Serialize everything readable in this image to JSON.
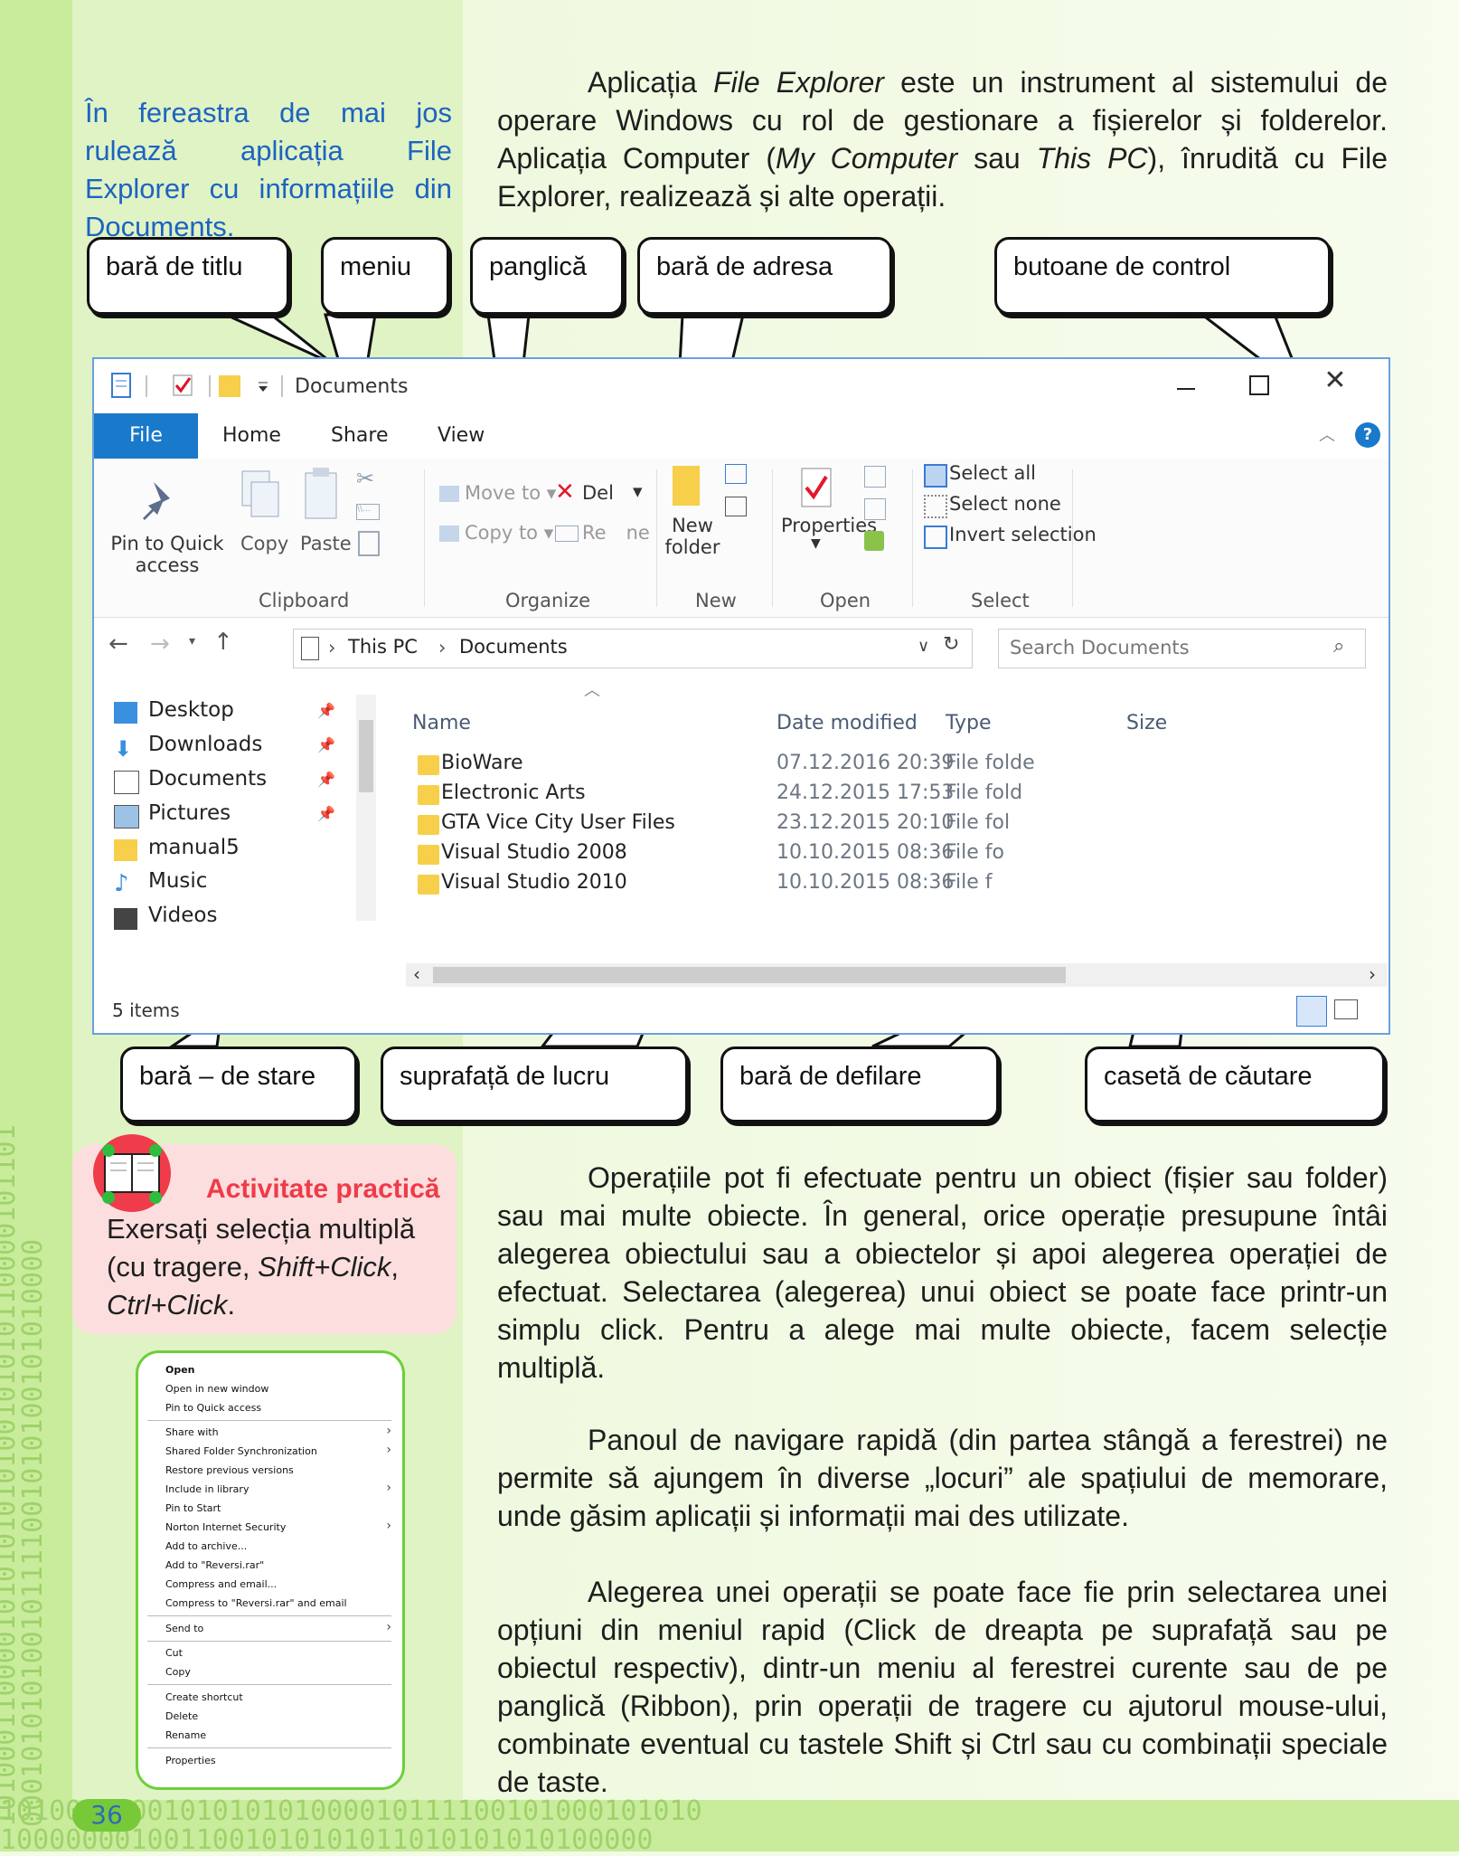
{
  "intro_note": "În fereastra de mai jos rulează aplicația File Explorer cu informațiile din Documents.",
  "intro_para": {
    "p1": "Aplicația ",
    "em1": "File Explorer",
    "p2": " este un instrument al sistemului de operare Windows cu rol de gestionare a fișierelor și folderelor. Aplicația Computer (",
    "em2": "My Computer",
    "p3": " sau ",
    "em3": "This PC",
    "p4": "), înrudită cu File Explorer, realizează și alte operații."
  },
  "callouts": {
    "title_bar": "bară de titlu",
    "menu": "meniu",
    "ribbon": "panglică",
    "address_bar": "bară de adresa",
    "control_buttons": "butoane de control",
    "status_bar": "bară – de stare",
    "work_area": "suprafață de lucru",
    "scroll_bar": "bară de defilare",
    "search_box": "casetă de căutare"
  },
  "explorer": {
    "window_title": "Documents",
    "tabs": [
      "File",
      "Home",
      "Share",
      "View"
    ],
    "ribbon": {
      "pin_label": [
        "Pin to Quick",
        "access"
      ],
      "copy": "Copy",
      "paste": "Paste",
      "clipboard": "Clipboard",
      "move_to": "Move to",
      "copy_to": "Copy to",
      "delete": "Del",
      "rename_a": "Re",
      "rename_b": "ne",
      "organize": "Organize",
      "new_folder": [
        "New",
        "folder"
      ],
      "new": "New",
      "properties": "Properties",
      "open": "Open",
      "select_all": "Select all",
      "select_none": "Select none",
      "invert_selection": "Invert selection",
      "select": "Select"
    },
    "address": {
      "this_pc": "This PC",
      "documents": "Documents"
    },
    "search_placeholder": "Search Documents",
    "nav_items": [
      "Desktop",
      "Downloads",
      "Documents",
      "Pictures",
      "manual5",
      "Music",
      "Videos"
    ],
    "columns": {
      "name": "Name",
      "date": "Date modified",
      "type": "Type",
      "size": "Size"
    },
    "rows": [
      {
        "name": "BioWare",
        "date": "07.12.2016 20:39",
        "type": "File folde"
      },
      {
        "name": "Electronic Arts",
        "date": "24.12.2015 17:53",
        "type": "File fold"
      },
      {
        "name": "GTA Vice City User Files",
        "date": "23.12.2015 20:10",
        "type": "File fol"
      },
      {
        "name": "Visual Studio 2008",
        "date": "10.10.2015 08:36",
        "type": "File fo"
      },
      {
        "name": "Visual Studio 2010",
        "date": "10.10.2015 08:36",
        "type": "File f"
      }
    ],
    "status_text": "5 items"
  },
  "activity": {
    "title": "Activitate practică",
    "text_a": "Exersați selecția multiplă (cu tragere, ",
    "em_a": "Shift+Click",
    "text_b": ", ",
    "em_b": "Ctrl+Click",
    "text_c": "."
  },
  "context_menu": {
    "items": [
      "Open",
      "Open in new window",
      "Pin to Quick access",
      "Share with",
      "Shared Folder Synchronization",
      "Restore previous versions",
      "Include in library",
      "Pin to Start",
      "Norton Internet Security",
      "Add to archive...",
      "Add to \"Reversi.rar\"",
      "Compress and email...",
      "Compress to \"Reversi.rar\" and email",
      "Send to",
      "Cut",
      "Copy",
      "Create shortcut",
      "Delete",
      "Rename",
      "Properties"
    ]
  },
  "paragraphs": {
    "p_ops": "Operațiile pot fi efectuate pentru un obiect (fișier sau folder) sau mai multe obiecte. În general, orice operație presupune întâi alegerea obiectului sau a obiectelor și apoi alegerea operației de efectuat. Selectarea (alegerea) unui obiect se poate face printr-un simplu click. Pentru a alege mai multe obiecte, facem selecție multiplă.",
    "p_nav": "Panoul de navigare rapidă (din partea stângă a ferestrei) ne permite să ajungem în diverse „locuri” ale spațiului de memorare, unde găsim aplicații și informații mai des utilizate.",
    "p_choose": "Alegerea unei operații se poate face fie prin selectarea unei opțiuni din meniul rapid (Click de dreapta pe suprafață sau pe obiectul respectiv), dintr-un meniu al ferestrei curente sau de pe panglică (Ribbon), prin operații de tragere cu ajutorul mouse-ului, combinate eventual cu tastele Shift și Ctrl sau cu combinații speciale de taste."
  },
  "page_number": "36",
  "binary_vertical": "1010001100001010101010100101010110000101101000101010100101111001010100101010000",
  "binary_bottom_1": "1010001000101010101000010111100101000101010",
  "binary_bottom_2": "1000000010011001010101011010101010100000",
  "colors": {
    "accent_blue": "#1d63c2",
    "green": "#77c93a",
    "activity_red": "#ef3b4a"
  }
}
